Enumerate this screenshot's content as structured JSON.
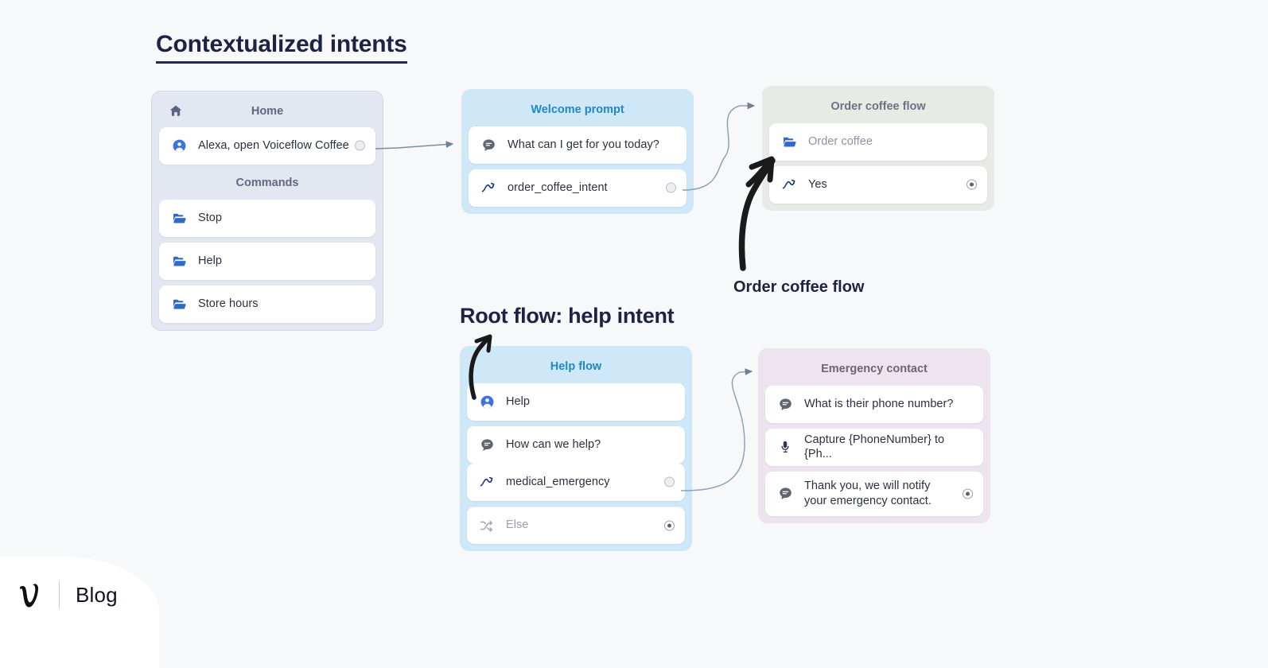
{
  "page": {
    "title": "Contextualized intents",
    "section_title": "Root flow: help intent",
    "flow_caption": "Order coffee flow",
    "accent_blue": "#1f88c9",
    "bg": "#f7f8fa"
  },
  "cards": {
    "home": {
      "title": "Home",
      "title_icon": "home-icon",
      "bg": "#e3e7f2",
      "trigger": {
        "icon": "person-icon",
        "label": "Alexa, open Voiceflow Coffee",
        "port": "hollow"
      },
      "commands_label": "Commands",
      "commands": [
        {
          "icon": "folder-icon",
          "label": "Stop"
        },
        {
          "icon": "folder-icon",
          "label": "Help"
        },
        {
          "icon": "folder-icon",
          "label": "Store hours"
        }
      ]
    },
    "welcome": {
      "title": "Welcome prompt",
      "bg": "#cfe8f8",
      "blocks": [
        {
          "icon": "speech-bubble-icon",
          "label": "What can I get for you today?",
          "port": "none"
        },
        {
          "icon": "intent-icon",
          "label": "order_coffee_intent",
          "port": "hollow"
        }
      ]
    },
    "order_coffee": {
      "title": "Order coffee flow",
      "bg": "#e7eae5",
      "blocks": [
        {
          "icon": "folder-icon",
          "label": "Order coffee",
          "port": "none"
        },
        {
          "icon": "intent-icon",
          "label": "Yes",
          "port": "filled"
        }
      ]
    },
    "help": {
      "title": "Help flow",
      "bg": "#cfe8f8",
      "blocks": [
        {
          "icon": "person-icon",
          "label": "Help",
          "port": "none"
        },
        {
          "icon": "speech-bubble-icon",
          "label": "How can we help?",
          "port": "none"
        },
        {
          "icon": "intent-icon",
          "label": "medical_emergency",
          "port": "hollow"
        },
        {
          "icon": "shuffle-icon",
          "label": "Else",
          "port": "filled"
        }
      ]
    },
    "emergency": {
      "title": "Emergency contact",
      "bg": "#eee4ef",
      "blocks": [
        {
          "icon": "speech-bubble-icon",
          "label": "What is their phone number?",
          "port": "none"
        },
        {
          "icon": "microphone-icon",
          "label_prefix": "Capture ",
          "label_var1": "{PhoneNumber}",
          "label_mid": " to ",
          "label_var2": "{Ph...",
          "port": "none"
        },
        {
          "icon": "speech-bubble-icon",
          "label": "Thank you, we will notify your emergency contact.",
          "port": "filled"
        }
      ]
    }
  },
  "footer": {
    "logo_mark": "voiceflow-v-logo",
    "label": "Blog"
  }
}
